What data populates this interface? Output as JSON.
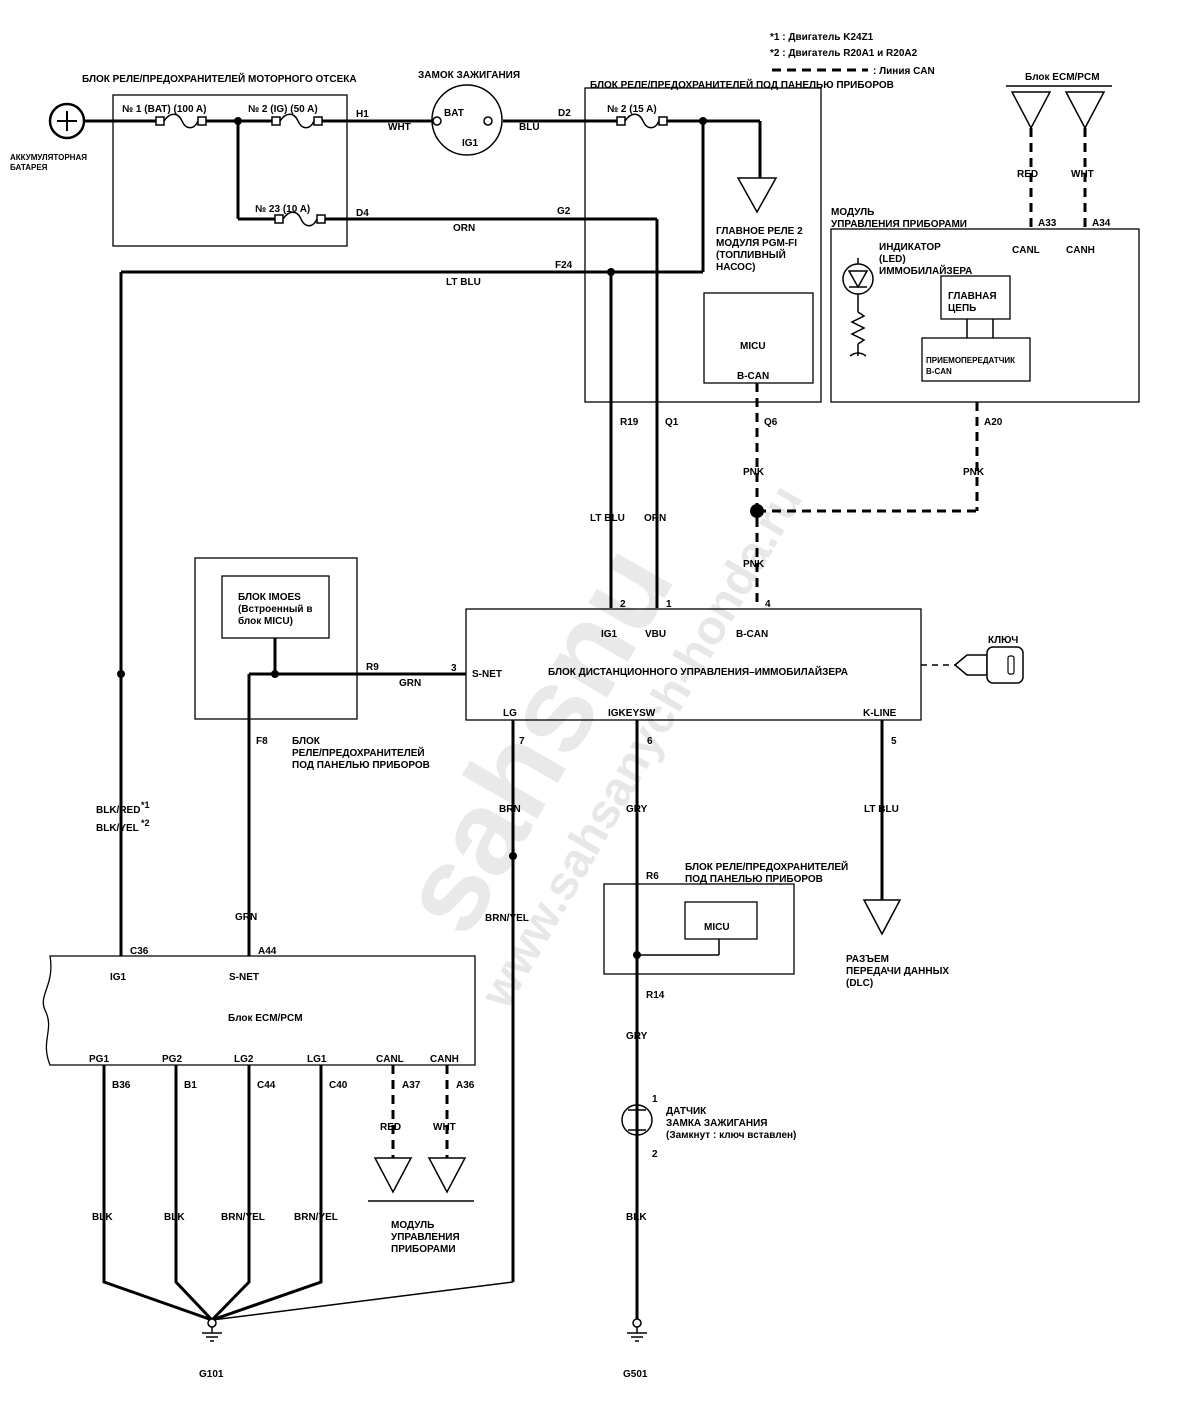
{
  "notes": {
    "n1": "*1 : Двигатель K24Z1",
    "n2": "*2 : Двигатель R20A1 и R20A2",
    "can_line": ": Линия CAN"
  },
  "watermark": {
    "big": "sahsnu",
    "url": "www.sahsanych-honda.ru"
  },
  "battery": {
    "line1": "АККУМУЛЯТОРНАЯ",
    "line2": "БАТАРЕЯ"
  },
  "engine_box": {
    "title": "БЛОК РЕЛЕ/ПРЕДОХРАНИТЕЛЕЙ МОТОРНОГО ОТСЕКА",
    "fuse1": "№ 1 (BAT) (100 A)",
    "fuse2": "№ 2 (IG) (50 A)",
    "fuse23": "№ 23 (10 A)",
    "pin_h1": "H1",
    "pin_d4": "D4"
  },
  "ignition": {
    "title": "ЗАМОК ЗАЖИГАНИЯ",
    "bat": "BAT",
    "ig1": "IG1"
  },
  "dash_box": {
    "title": "БЛОК РЕЛЕ/ПРЕДОХРАНИТЕЛЕЙ ПОД ПАНЕЛЬЮ ПРИБОРОВ",
    "fuse2": "№ 2 (15 A)",
    "pin_d2": "D2",
    "pin_g2": "G2",
    "pin_f24": "F24",
    "relay_l1": "ГЛАВНОЕ РЕЛЕ 2",
    "relay_l2": "МОДУЛЯ PGM-FI",
    "relay_l3": "(ТОПЛИВНЫЙ",
    "relay_l4": "НАСОС)",
    "micu": "MICU",
    "bcan": "B-CAN",
    "pin_r19": "R19",
    "pin_q1": "Q1",
    "pin_q6": "Q6"
  },
  "ecm_top": {
    "title": "Блок ECM/PCM",
    "red": "RED",
    "wht": "WHT"
  },
  "gauge": {
    "title1": "МОДУЛЬ",
    "title2": "УПРАВЛЕНИЯ ПРИБОРАМИ",
    "a33": "A33",
    "a34": "A34",
    "canl": "CANL",
    "canh": "CANH",
    "led1": "ИНДИКАТОР",
    "led2": "(LED)",
    "led3": "ИММОБИЛАЙЗЕРА",
    "main1": "ГЛАВНАЯ",
    "main2": "ЦЕПЬ",
    "trx1": "ПРИЕМОПЕРЕДАТЧИК",
    "trx2": "B-CAN",
    "a20": "A20"
  },
  "wires": {
    "wht": "WHT",
    "blu": "BLU",
    "orn": "ORN",
    "lt_blu": "LT BLU",
    "pnk": "PNK",
    "grn": "GRN",
    "brn": "BRN",
    "brn_yel": "BRN/YEL",
    "gry": "GRY",
    "blk": "BLK",
    "red": "RED",
    "blk_red": "BLK/RED",
    "blk_yel": "BLK/YEL",
    "sup1": "*1",
    "sup2": "*2"
  },
  "imoes": {
    "l1": "БЛОК IMOES",
    "l2": "(Встроенный в",
    "l3": "блок MICU)",
    "r9": "R9",
    "f8": "F8",
    "cap1": "БЛОК",
    "cap2": "РЕЛЕ/ПРЕДОХРАНИТЕЛЕЙ",
    "cap3": "ПОД ПАНЕЛЬЮ ПРИБОРОВ"
  },
  "immob": {
    "title": "БЛОК ДИСТАНЦИОННОГО УПРАВЛЕНИЯ–ИММОБИЛАЙЗЕРА",
    "ig1": "IG1",
    "vbu": "VBU",
    "bcan": "B-CAN",
    "snet": "S-NET",
    "lg": "LG",
    "igkeysw": "IGKEYSW",
    "kline": "K-LINE",
    "p1": "1",
    "p2": "2",
    "p3": "3",
    "p4": "4",
    "p5": "5",
    "p6": "6",
    "p7": "7"
  },
  "key": "КЛЮЧ",
  "dlc": {
    "l1": "РАЗЪЕМ",
    "l2": "ПЕРЕДАЧИ ДАННЫХ",
    "l3": "(DLC)"
  },
  "micu2": {
    "cap1": "БЛОК РЕЛЕ/ПРЕДОХРАНИТЕЛЕЙ",
    "cap2": "ПОД ПАНЕЛЬЮ ПРИБОРОВ",
    "r6": "R6",
    "r14": "R14",
    "micu": "MICU"
  },
  "ecm": {
    "title": "Блок ECM/PCM",
    "ig1": "IG1",
    "snet": "S-NET",
    "c36": "C36",
    "a44": "A44",
    "pg1": "PG1",
    "pg2": "PG2",
    "lg2": "LG2",
    "lg1": "LG1",
    "canl": "CANL",
    "canh": "CANH",
    "b36": "B36",
    "b1": "B1",
    "c44": "C44",
    "c40": "C40",
    "a37": "A37",
    "a36": "A36",
    "gauge1": "МОДУЛЬ",
    "gauge2": "УПРАВЛЕНИЯ",
    "gauge3": "ПРИБОРАМИ"
  },
  "sensor": {
    "l1": "ДАТЧИК",
    "l2": "ЗАМКА ЗАЖИГАНИЯ",
    "l3": "(Замкнут : ключ вставлен)",
    "p1": "1",
    "p2": "2"
  },
  "grounds": {
    "g101": "G101",
    "g501": "G501"
  }
}
